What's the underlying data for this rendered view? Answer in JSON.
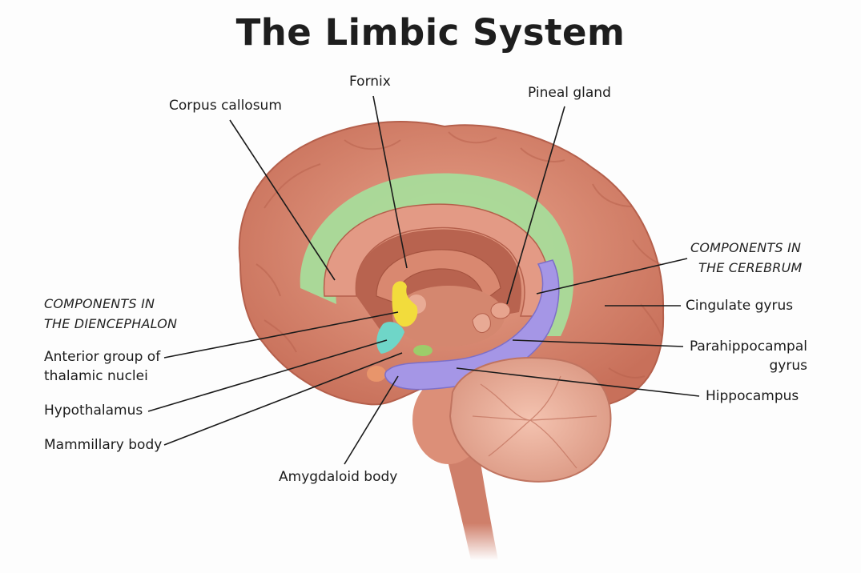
{
  "title": "The Limbic System",
  "groups": {
    "diencephalon": {
      "line1": "COMPONENTS IN",
      "line2": "THE DIENCEPHALON"
    },
    "cerebrum": {
      "line1": "COMPONENTS IN",
      "line2": "THE CEREBRUM"
    }
  },
  "labels": {
    "corpus_callosum": "Corpus callosum",
    "fornix": "Fornix",
    "pineal_gland": "Pineal gland",
    "anterior_thalamic_1": "Anterior group of",
    "anterior_thalamic_2": "thalamic nuclei",
    "hypothalamus": "Hypothalamus",
    "mammillary_body": "Mammillary body",
    "amygdaloid_body": "Amygdaloid body",
    "cingulate_gyrus": "Cingulate gyrus",
    "parahippocampal_1": "Parahippocampal",
    "parahippocampal_2": "gyrus",
    "hippocampus": "Hippocampus"
  },
  "colors": {
    "cortex": "#d9876f",
    "cingulate": "#a8dc9a",
    "limbic_purple": "#a596e6",
    "thalamus_yellow": "#f2dc3c",
    "hypothalamus_cyan": "#6fd6c8"
  }
}
